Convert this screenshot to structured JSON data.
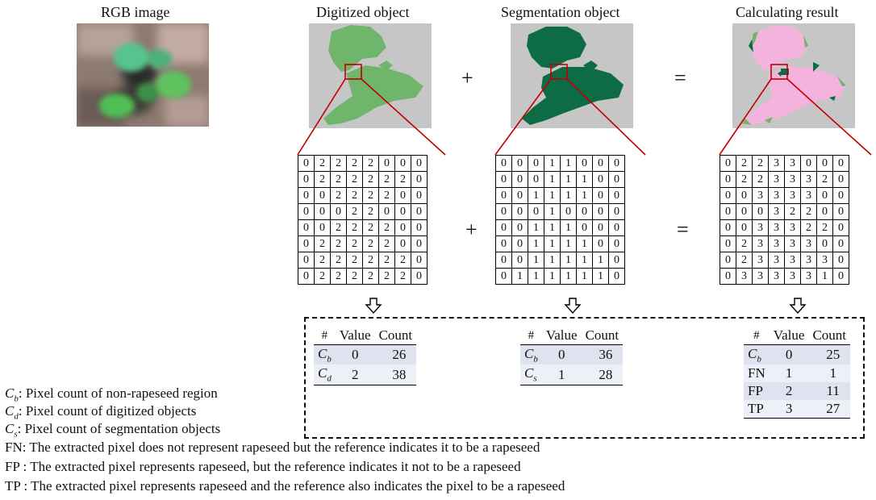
{
  "titles": {
    "rgb": "RGB image",
    "digitized": "Digitized object",
    "segmentation": "Segmentation object",
    "result": "Calculating result"
  },
  "operators": {
    "plus": "+",
    "equals": "="
  },
  "grids": {
    "digitized": [
      [
        0,
        2,
        2,
        2,
        2,
        0,
        0,
        0
      ],
      [
        0,
        2,
        2,
        2,
        2,
        2,
        2,
        0
      ],
      [
        0,
        0,
        2,
        2,
        2,
        2,
        0,
        0
      ],
      [
        0,
        0,
        0,
        2,
        2,
        0,
        0,
        0
      ],
      [
        0,
        0,
        2,
        2,
        2,
        2,
        0,
        0
      ],
      [
        0,
        2,
        2,
        2,
        2,
        2,
        0,
        0
      ],
      [
        0,
        2,
        2,
        2,
        2,
        2,
        2,
        0
      ],
      [
        0,
        2,
        2,
        2,
        2,
        2,
        2,
        0
      ]
    ],
    "segmentation": [
      [
        0,
        0,
        0,
        1,
        1,
        0,
        0,
        0
      ],
      [
        0,
        0,
        0,
        1,
        1,
        1,
        0,
        0
      ],
      [
        0,
        0,
        1,
        1,
        1,
        1,
        0,
        0
      ],
      [
        0,
        0,
        0,
        1,
        0,
        0,
        0,
        0
      ],
      [
        0,
        0,
        1,
        1,
        1,
        0,
        0,
        0
      ],
      [
        0,
        0,
        1,
        1,
        1,
        1,
        0,
        0
      ],
      [
        0,
        0,
        1,
        1,
        1,
        1,
        1,
        0
      ],
      [
        0,
        1,
        1,
        1,
        1,
        1,
        1,
        0
      ]
    ],
    "result": [
      [
        0,
        2,
        2,
        3,
        3,
        0,
        0,
        0
      ],
      [
        0,
        2,
        2,
        3,
        3,
        3,
        2,
        0
      ],
      [
        0,
        0,
        3,
        3,
        3,
        3,
        0,
        0
      ],
      [
        0,
        0,
        0,
        3,
        2,
        2,
        0,
        0
      ],
      [
        0,
        0,
        3,
        3,
        3,
        2,
        2,
        0
      ],
      [
        0,
        2,
        3,
        3,
        3,
        3,
        0,
        0
      ],
      [
        0,
        2,
        3,
        3,
        3,
        3,
        3,
        0
      ],
      [
        0,
        3,
        3,
        3,
        3,
        3,
        1,
        0
      ]
    ]
  },
  "stats": {
    "headers": [
      "#",
      "Value",
      "Count"
    ],
    "digitized": [
      {
        "sym": "C",
        "sub": "b",
        "value": "0",
        "count": "26"
      },
      {
        "sym": "C",
        "sub": "d",
        "value": "2",
        "count": "38"
      }
    ],
    "segmentation": [
      {
        "sym": "C",
        "sub": "b",
        "value": "0",
        "count": "36"
      },
      {
        "sym": "C",
        "sub": "s",
        "value": "1",
        "count": "28"
      }
    ],
    "result": [
      {
        "sym": "C",
        "sub": "b",
        "value": "0",
        "count": "25"
      },
      {
        "plain": "FN",
        "value": "1",
        "count": "1"
      },
      {
        "plain": "FP",
        "value": "2",
        "count": "11"
      },
      {
        "plain": "TP",
        "value": "3",
        "count": "27"
      }
    ]
  },
  "legend": [
    {
      "sym": "C",
      "sub": "b",
      "text": ": Pixel count of non-rapeseed region"
    },
    {
      "sym": "C",
      "sub": "d",
      "text": ": Pixel count of digitized objects"
    },
    {
      "sym": "C",
      "sub": "s",
      "text": ": Pixel count of segmentation objects"
    },
    {
      "plain": "FN",
      "text": ": The extracted pixel does not represent rapeseed but the reference indicates it to be a rapeseed"
    },
    {
      "plain": "FP",
      "text": " : The extracted pixel represents rapeseed, but the reference indicates it not to be a rapeseed"
    },
    {
      "plain": "TP",
      "text": " : The extracted pixel represents rapeseed and the reference also indicates the pixel to be a rapeseed"
    }
  ],
  "colors": {
    "panel_bg": "#c6c6c6",
    "digitized_fill": "#6fb56c",
    "segmentation_fill": "#0d6b45",
    "result_fill": "#f4b3dc",
    "zoom_line": "#c00000"
  }
}
